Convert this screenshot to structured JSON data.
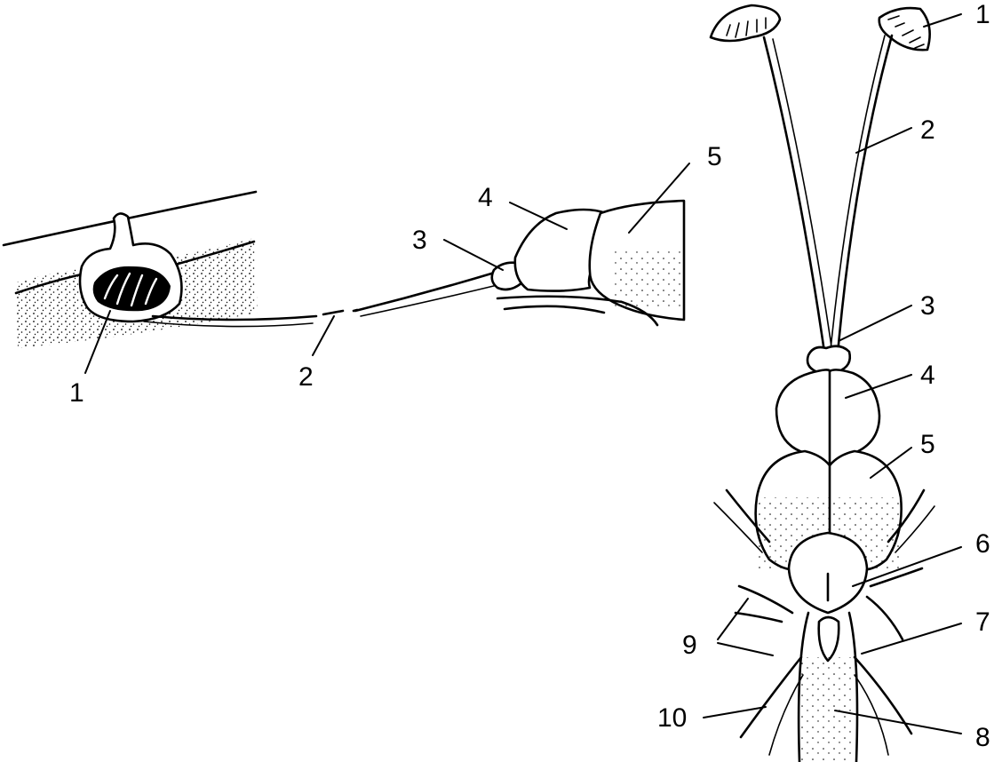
{
  "left_labels": [
    "1",
    "2"
  ],
  "middle_labels": [
    "3",
    "4",
    "5"
  ],
  "right_labels": [
    "1",
    "2",
    "3",
    "4",
    "5",
    "6",
    "7",
    "8",
    "9",
    "10"
  ]
}
